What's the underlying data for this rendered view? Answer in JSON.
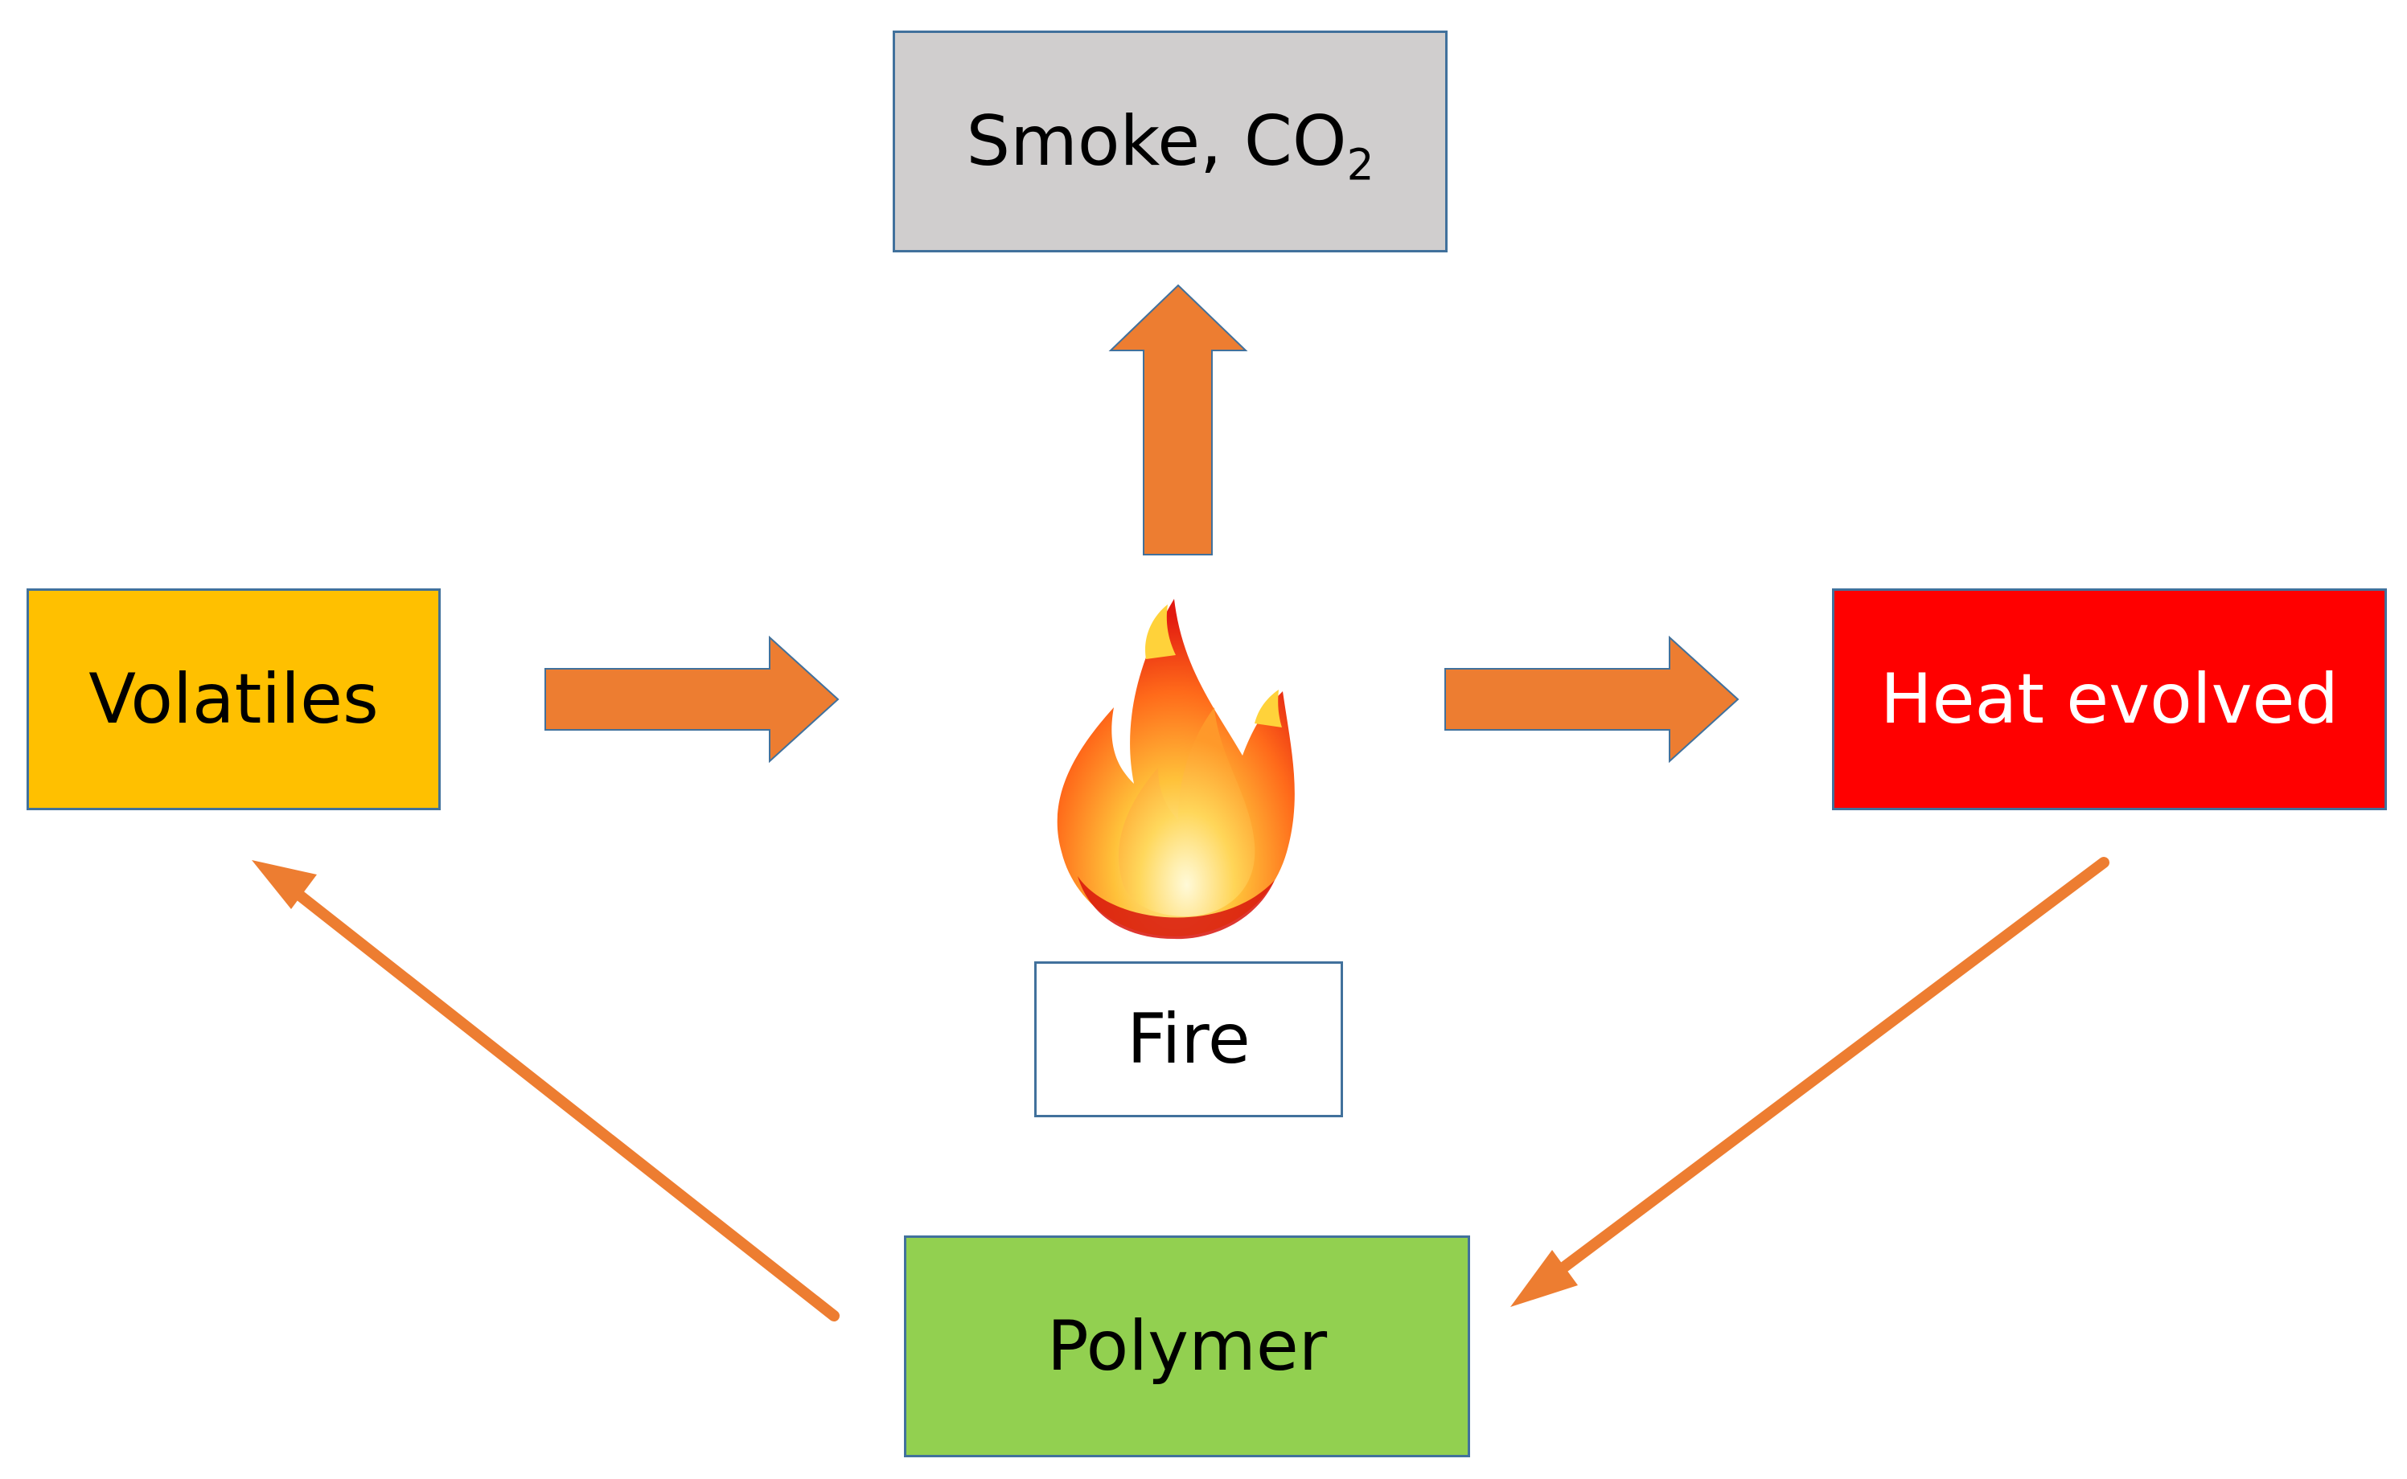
{
  "nodes": {
    "smoke": {
      "label": "Smoke, CO",
      "subscript": "2",
      "fill": "#d0cece"
    },
    "volatiles": {
      "label": "Volatiles",
      "fill": "#ffc000"
    },
    "heat": {
      "label": "Heat evolved",
      "fill": "#ff0000",
      "text_color": "#ffffff"
    },
    "fire": {
      "label": "Fire",
      "fill": "#ffffff",
      "icon": "fire-icon"
    },
    "polymer": {
      "label": "Polymer",
      "fill": "#92d050"
    }
  },
  "edges": [
    {
      "from": "fire",
      "to": "smoke"
    },
    {
      "from": "volatiles",
      "to": "fire"
    },
    {
      "from": "fire",
      "to": "heat"
    },
    {
      "from": "heat",
      "to": "polymer"
    },
    {
      "from": "polymer",
      "to": "volatiles"
    }
  ],
  "colors": {
    "arrow": "#ed7d31",
    "arrow_outline": "#41719c",
    "box_border": "#41719c"
  }
}
